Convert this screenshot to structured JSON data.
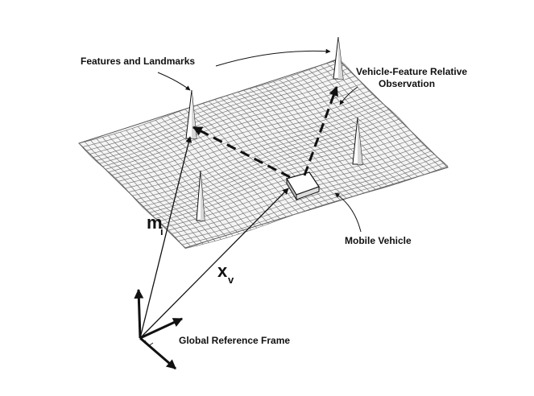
{
  "labels": {
    "features": "Features and Landmarks",
    "observation_line1": "Vehicle-Feature Relative",
    "observation_line2": "Observation",
    "vehicle": "Mobile Vehicle",
    "frame": "Global Reference Frame"
  },
  "symbols": {
    "m": "m",
    "m_sub": "i",
    "x": "x",
    "x_sub": "v"
  },
  "colors": {
    "ink": "#111111",
    "mesh": "#6b6b6b",
    "background": "#ffffff"
  }
}
